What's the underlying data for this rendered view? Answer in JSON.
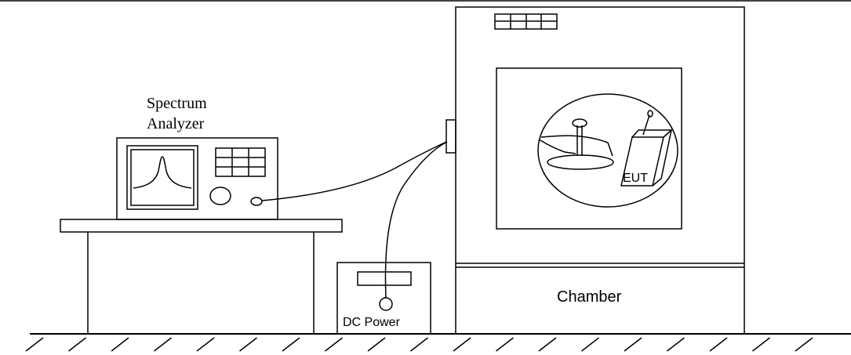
{
  "labels": {
    "spectrum_analyzer_line1": "Spectrum",
    "spectrum_analyzer_line2": "Analyzer",
    "dc_power": "DC Power",
    "chamber": "Chamber",
    "eut": "EUT"
  },
  "colors": {
    "stroke": "#000000",
    "background": "#ffffff"
  }
}
